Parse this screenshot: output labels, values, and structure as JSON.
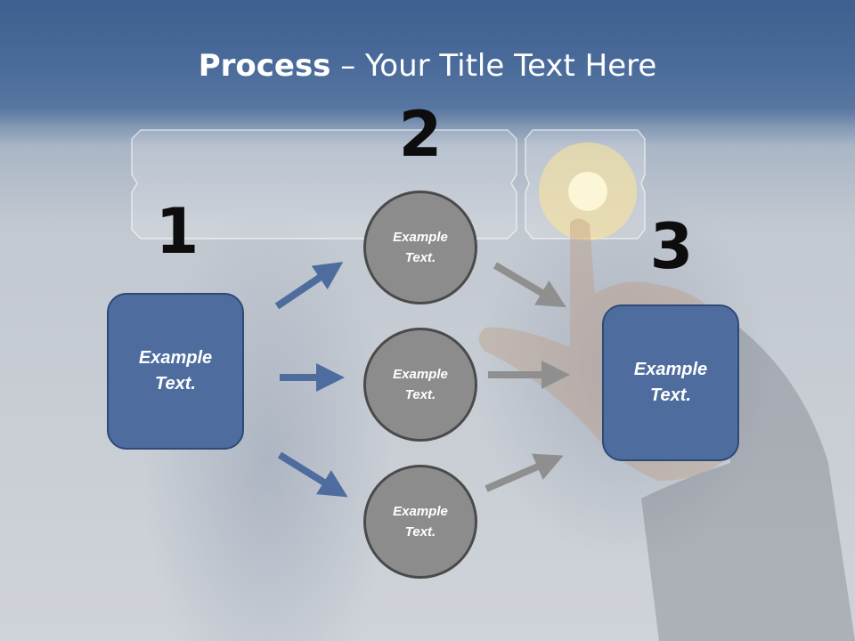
{
  "slide": {
    "title_bold": "Process",
    "title_rest": " – Your Title Text Here",
    "steps": [
      "1",
      "2",
      "3"
    ],
    "left_box": "Example\nText.",
    "right_box": "Example\nText.",
    "circles": [
      "Example\nText.",
      "Example\nText.",
      "Example\nText."
    ]
  },
  "colors": {
    "box_fill": "#4e6d9e",
    "circle_fill": "#8c8c8c",
    "arrow_blue": "#4e6d9e",
    "arrow_gray": "#8f8f8f"
  }
}
